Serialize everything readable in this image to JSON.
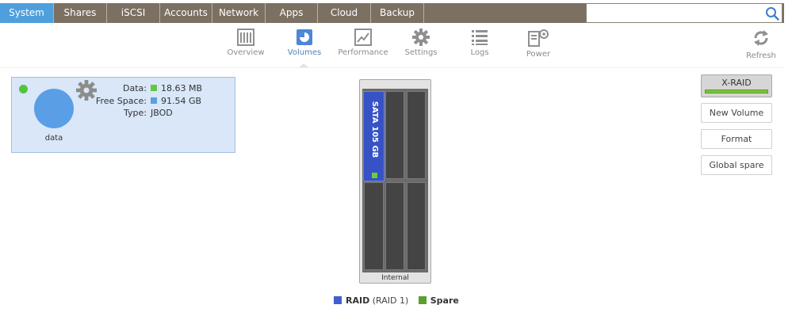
{
  "top_nav": {
    "tabs": [
      {
        "label": "System",
        "active": true
      },
      {
        "label": "Shares",
        "active": false
      },
      {
        "label": "iSCSI",
        "active": false
      },
      {
        "label": "Accounts",
        "active": false
      },
      {
        "label": "Network",
        "active": false
      },
      {
        "label": "Apps",
        "active": false
      },
      {
        "label": "Cloud",
        "active": false
      },
      {
        "label": "Backup",
        "active": false
      }
    ],
    "search": {
      "value": "",
      "placeholder": ""
    }
  },
  "sub_nav": {
    "items": [
      {
        "label": "Overview",
        "icon": "overview-icon"
      },
      {
        "label": "Volumes",
        "icon": "volumes-icon",
        "active": true
      },
      {
        "label": "Performance",
        "icon": "performance-icon"
      },
      {
        "label": "Settings",
        "icon": "gear-icon"
      },
      {
        "label": "Logs",
        "icon": "list-icon"
      },
      {
        "label": "Power",
        "icon": "power-icon"
      }
    ],
    "refresh_label": "Refresh"
  },
  "volume": {
    "name": "data",
    "status": "healthy",
    "stats": [
      {
        "label": "Data:",
        "value": "18.63 MB",
        "color": "#63c544"
      },
      {
        "label": "Free Space:",
        "value": "91.54 GB",
        "color": "#5a9ee6"
      },
      {
        "label": "Type:",
        "value": "JBOD"
      }
    ]
  },
  "enclosure": {
    "label": "Internal",
    "disk_label": "SATA 105 GB"
  },
  "legend": {
    "raid_label": "RAID",
    "raid_sub": " (RAID 1)",
    "spare_label": "Spare",
    "raid_color": "#3f5fcf",
    "spare_color": "#5aa02c"
  },
  "actions": {
    "xraid_label": "X-RAID",
    "new_volume": "New Volume",
    "format": "Format",
    "global_spare": "Global spare"
  },
  "colors": {
    "nav_bg": "#7b7062",
    "nav_active": "#4e9fdc",
    "volume_card_bg": "#d9e7f8"
  }
}
